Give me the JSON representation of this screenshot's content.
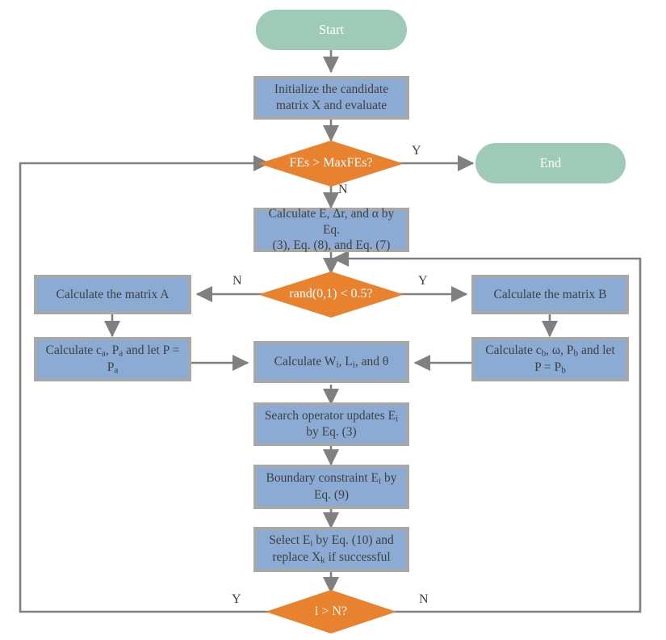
{
  "diagram": {
    "title": "Algorithm flowchart",
    "colors": {
      "terminal_fill": "#9ECAB7",
      "process_fill": "#8BABD4",
      "process_border": "#A8A8A8",
      "decision_fill": "#E8822F",
      "connector": "#808080",
      "text_dark": "#404040",
      "text_light": "#FFFFFF",
      "background": "#FFFFFF"
    },
    "nodes": {
      "start": {
        "shape": "terminal",
        "text": "Start"
      },
      "end": {
        "shape": "terminal",
        "text": "End"
      },
      "initialize": {
        "shape": "process",
        "text": "Initialize the candidate\nmatrix X and evaluate"
      },
      "fes_check": {
        "shape": "decision",
        "text": "FEs > MaxFEs?"
      },
      "calc_e_dr_alpha": {
        "shape": "process",
        "text": "Calculate E, Δr, and α by Eq.\n(3), Eq. (8), and Eq. (7)"
      },
      "rand_check": {
        "shape": "decision",
        "text": "rand(0,1) < 0.5?"
      },
      "matrix_a": {
        "shape": "process",
        "text": "Calculate the matrix A"
      },
      "matrix_b": {
        "shape": "process",
        "text": "Calculate the matrix B"
      },
      "calc_ca_pa": {
        "shape": "process",
        "html": "Calculate c<sub>a</sub>, P<sub>a</sub> and let P =<br>P<sub>a</sub>"
      },
      "calc_cb_pb": {
        "shape": "process",
        "html": "Calculate c<sub>b</sub>, ω, P<sub>b</sub> and let<br>P = P<sub>b</sub>"
      },
      "calc_w_l_theta": {
        "shape": "process",
        "html": "Calculate W<sub>i</sub>, L<sub>i</sub>, and θ"
      },
      "search_operator": {
        "shape": "process",
        "html": "Search operator updates E<sub>i</sub><br>by Eq. (3)"
      },
      "boundary_constraint": {
        "shape": "process",
        "html": "Boundary constraint E<sub>i</sub> by<br>Eq. (9)"
      },
      "select_replace": {
        "shape": "process",
        "html": "Select E<sub>i</sub> by Eq. (10) and<br>replace X<sub>k</sub> if successful"
      },
      "i_check": {
        "shape": "decision",
        "text": "i > N?"
      }
    },
    "edge_labels": {
      "fes_yes": "Y",
      "fes_no": "N",
      "rand_no": "N",
      "rand_yes": "Y",
      "i_yes": "Y",
      "i_no": "N"
    }
  }
}
